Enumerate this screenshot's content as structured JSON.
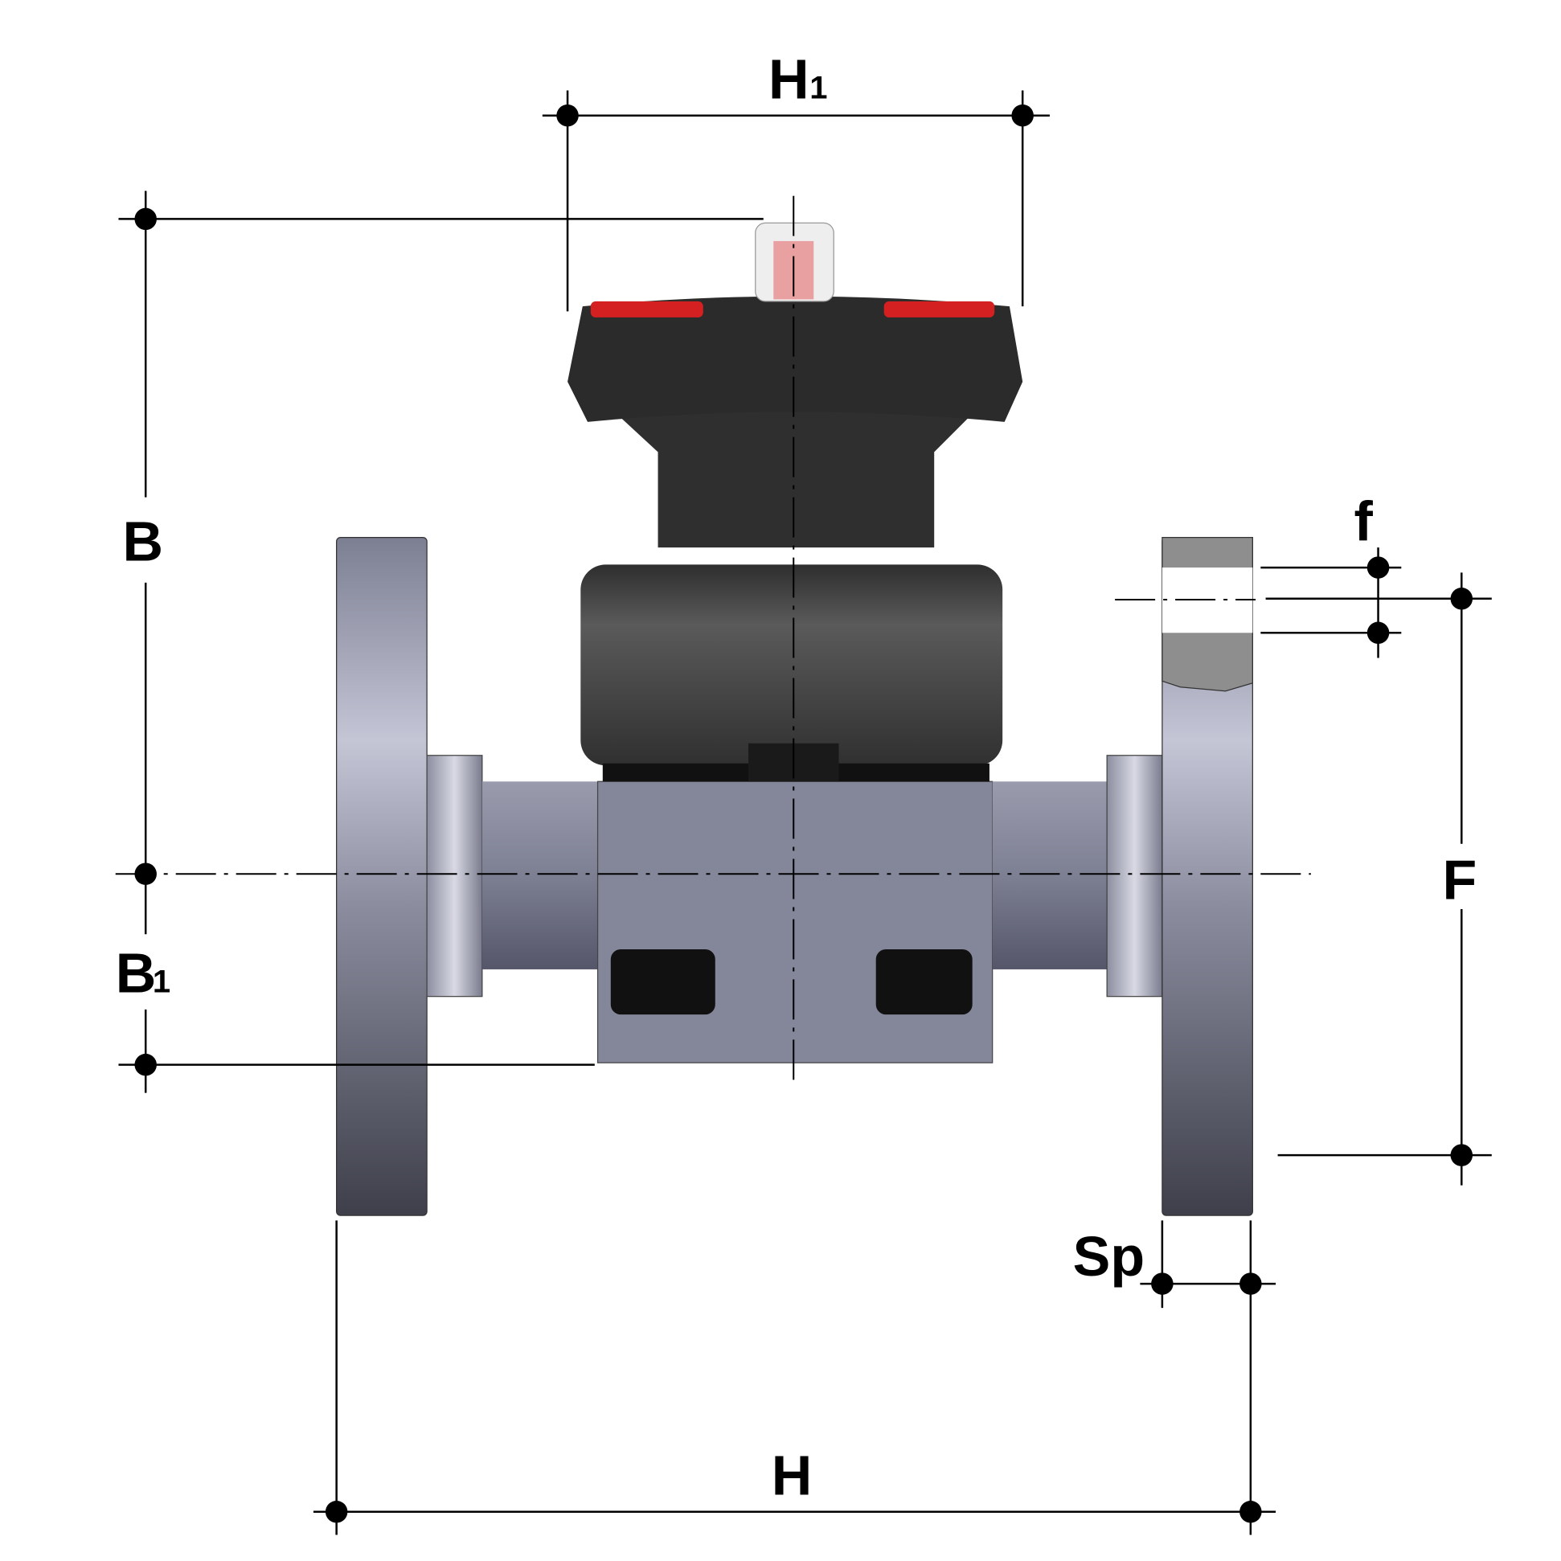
{
  "diagram": {
    "title": "Diaphragm valve with flanges - dimension drawing",
    "labels": {
      "H1_main": "H",
      "H1_sub": "1",
      "B": "B",
      "B1_main": "B",
      "B1_sub": "1",
      "f": "f",
      "F": "F",
      "Sp": "Sp",
      "H": "H"
    },
    "colors": {
      "body": "#848698",
      "bonnet": "#3c3c3c",
      "handwheel": "#2a2a2a",
      "accent_red": "#d42020"
    }
  }
}
